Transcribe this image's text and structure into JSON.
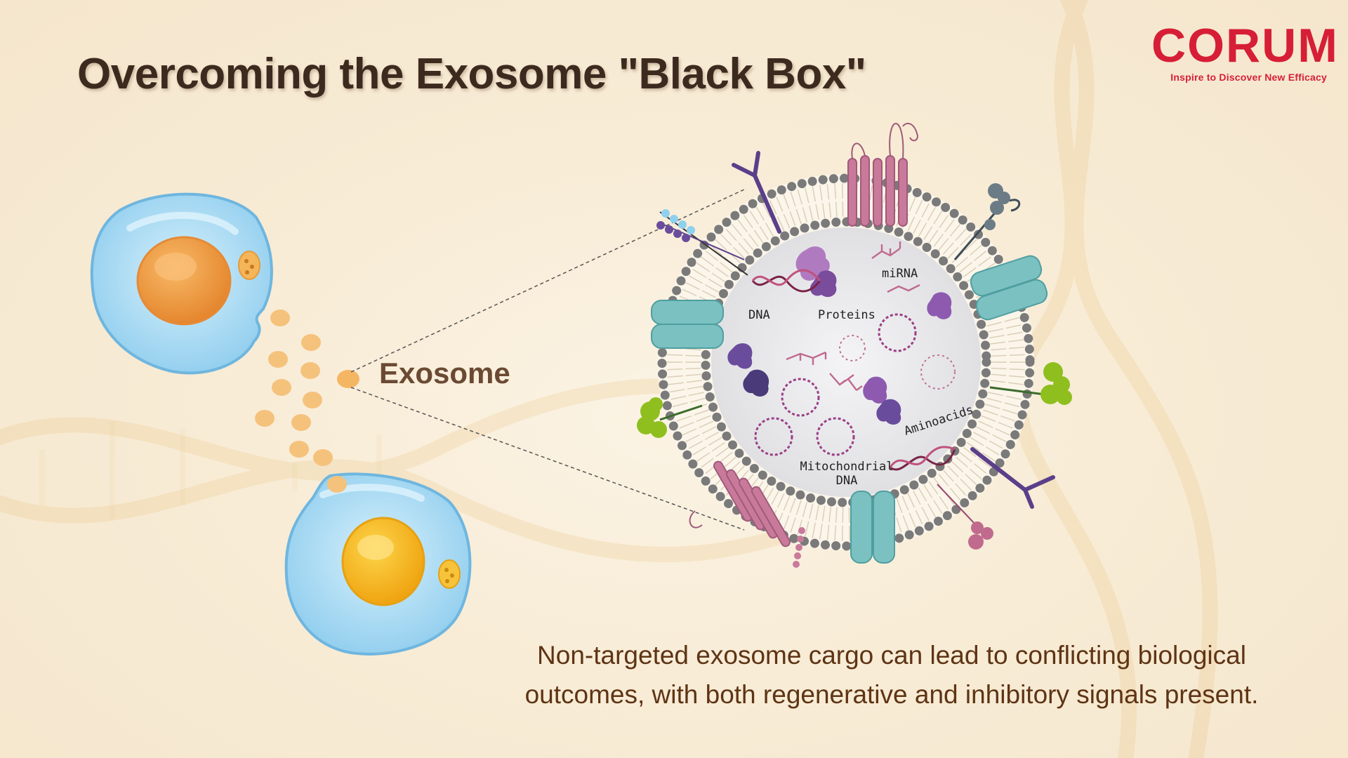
{
  "slide": {
    "title": "Overcoming the Exosome \"Black Box\"",
    "caption": "Non-targeted exosome cargo can lead to conflicting biological outcomes, with both regenerative and inhibitory signals present."
  },
  "logo": {
    "wordmark": "CORUM",
    "tagline": "Inspire to Discover New Efficacy"
  },
  "diagram": {
    "exosome_label": "Exosome",
    "cargo_labels": {
      "dna": "DNA",
      "proteins": "Proteins",
      "mirna": "miRNA",
      "aminoacids": "Aminoacids",
      "mito_line1": "Mitochondrial",
      "mito_line2": "DNA"
    }
  },
  "colors": {
    "brand_red": "#d61f36",
    "title_brown": "#3d2a1f",
    "cell_blue": "#a9d9f2",
    "nucleus_orange": "#f2a24a",
    "nucleus_yellow": "#f7bb1a",
    "exosome_orange": "#f5c27c",
    "membrane_gray": "#7a7a7a",
    "channel_teal": "#7cc1c2"
  }
}
